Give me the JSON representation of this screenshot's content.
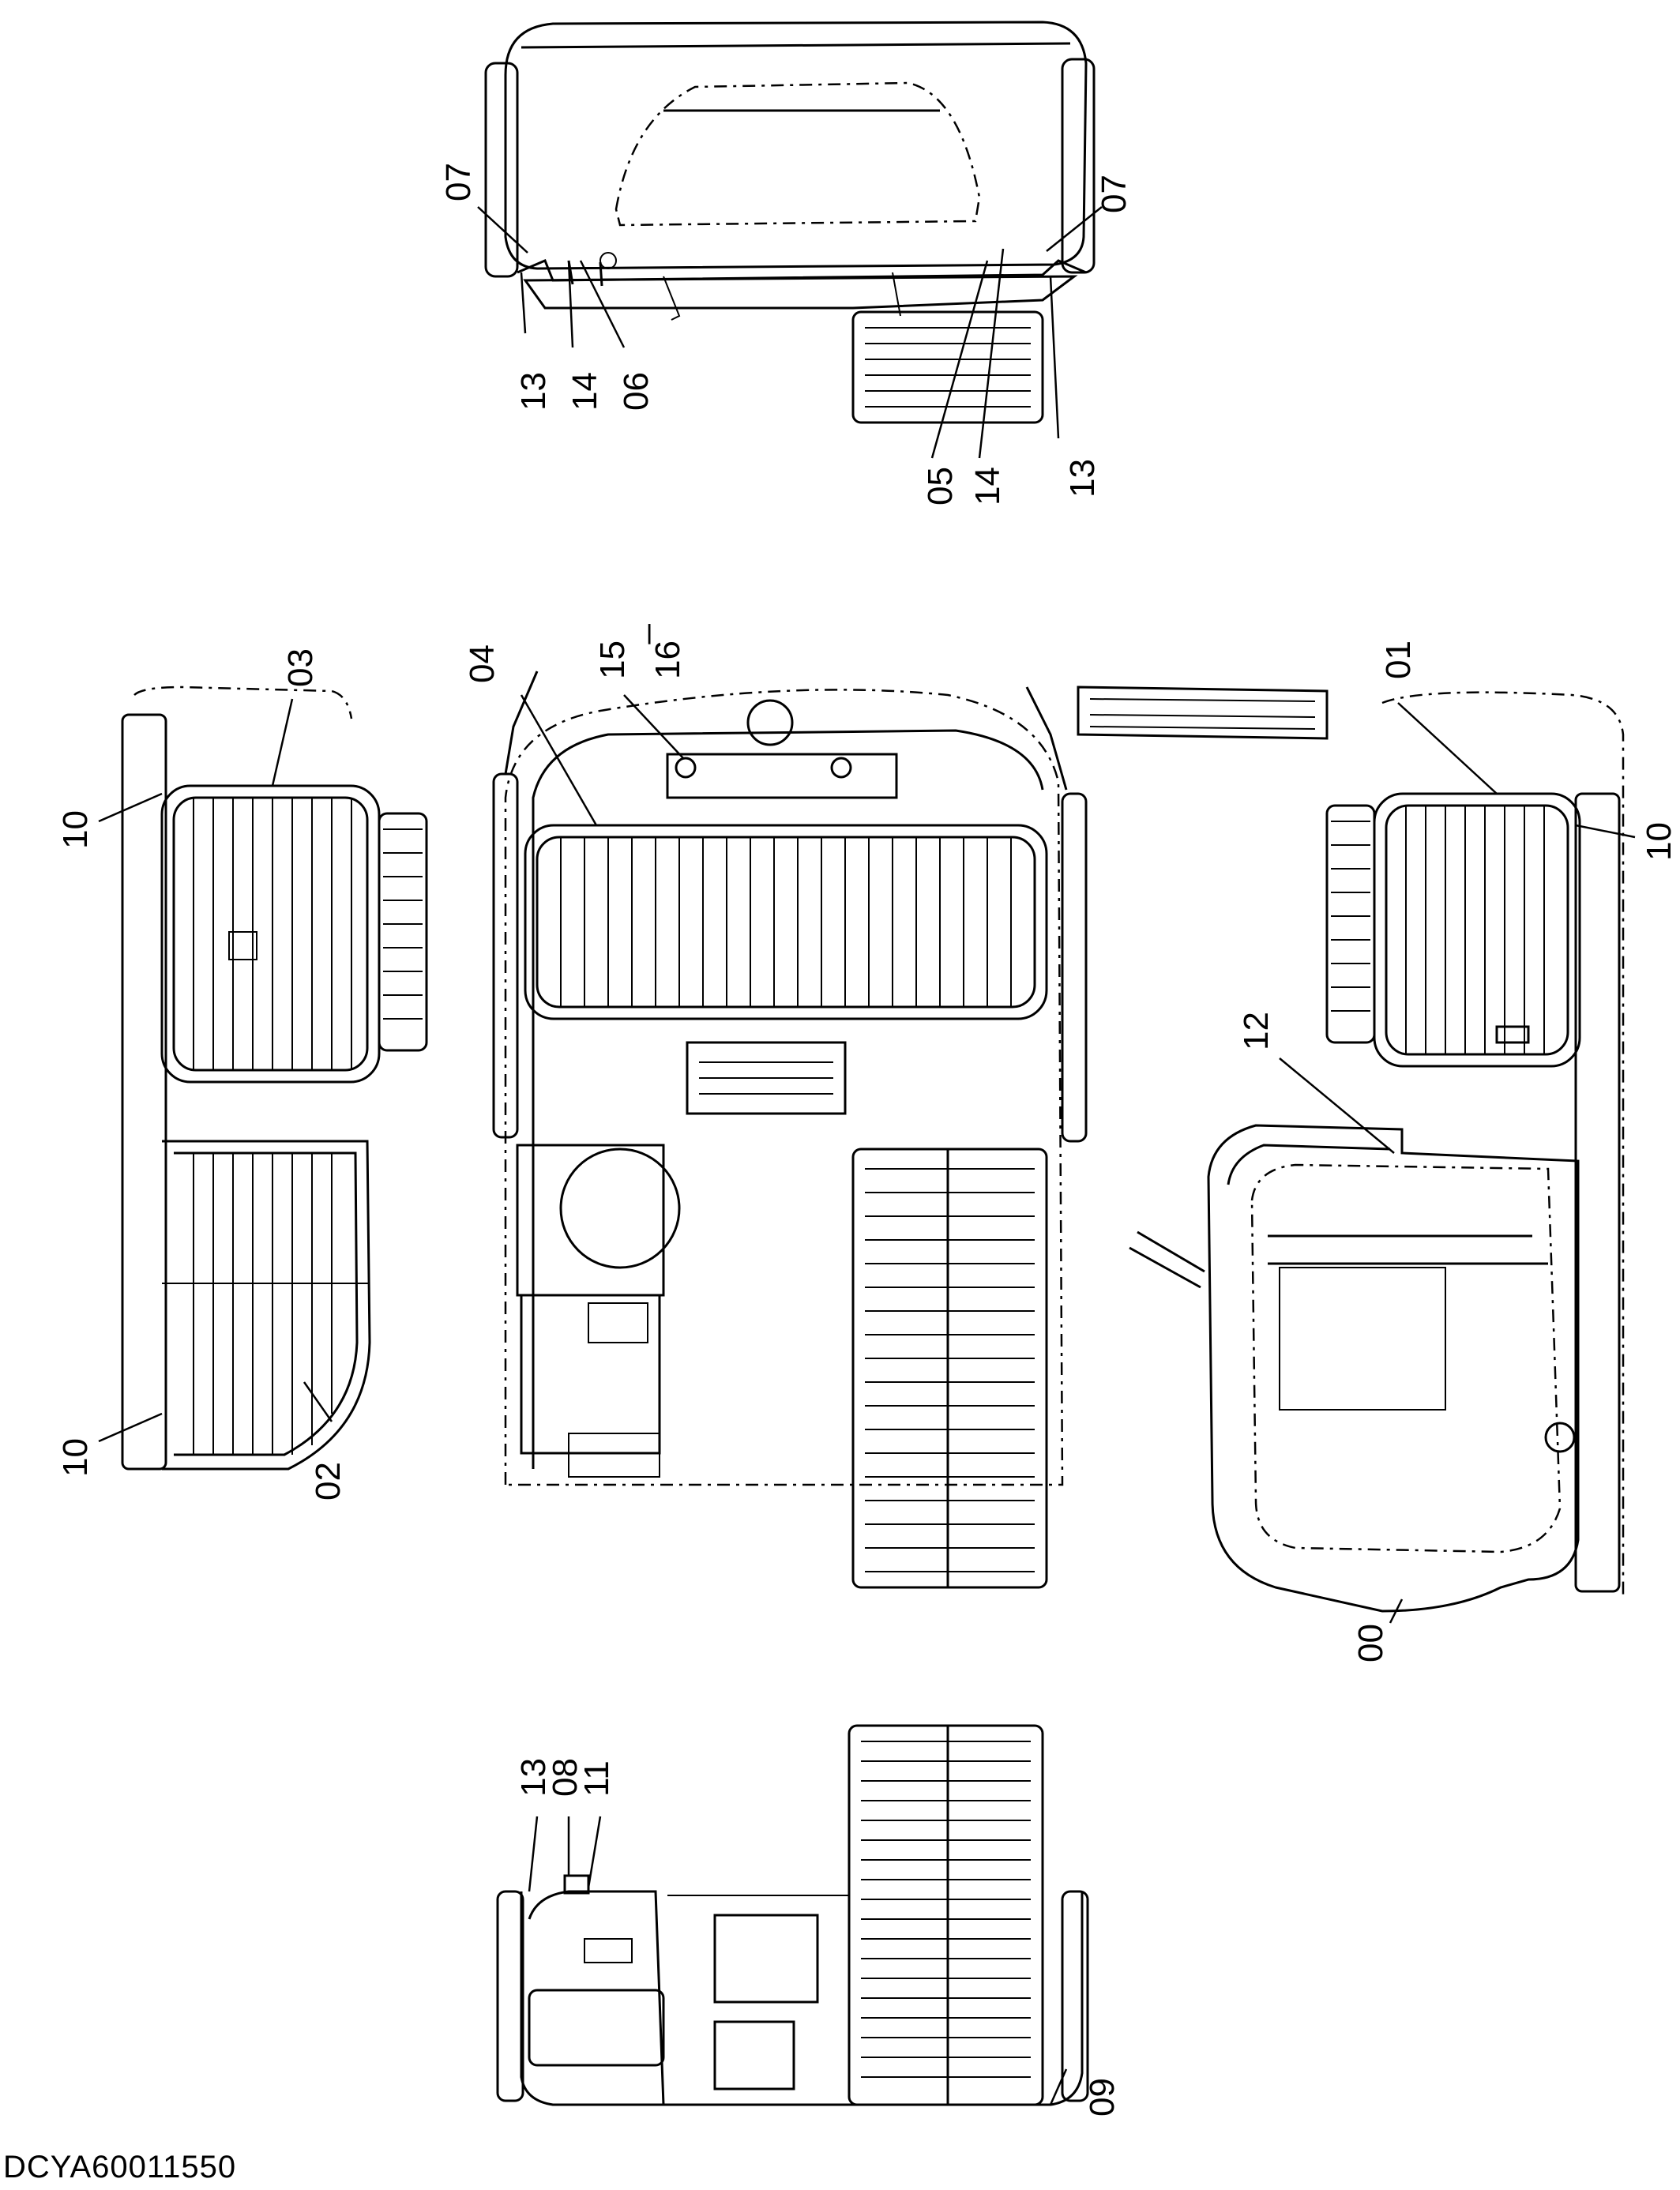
{
  "drawing_code": "DCYA60011550",
  "callouts": {
    "front_view": [
      "07",
      "13",
      "14",
      "06",
      "07",
      "05",
      "14",
      "13"
    ],
    "left_view": [
      "03",
      "10",
      "10",
      "02"
    ],
    "top_view": [
      "04",
      "15",
      "_",
      "16"
    ],
    "right_view": [
      "01",
      "10",
      "12",
      "00"
    ],
    "rear_view": [
      "13",
      "08",
      "11",
      "09"
    ]
  }
}
